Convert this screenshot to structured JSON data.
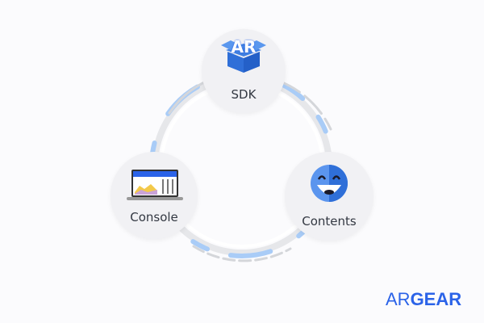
{
  "nodes": {
    "sdk": {
      "label": "SDK",
      "badge": "AR"
    },
    "console": {
      "label": "Console"
    },
    "contents": {
      "label": "Contents"
    }
  },
  "brand": {
    "logo_light": "AR",
    "logo_bold": "GEAR"
  },
  "colors": {
    "accent": "#2b63e8",
    "ring": "#a9ccf7",
    "node": "#f1f1f4"
  }
}
